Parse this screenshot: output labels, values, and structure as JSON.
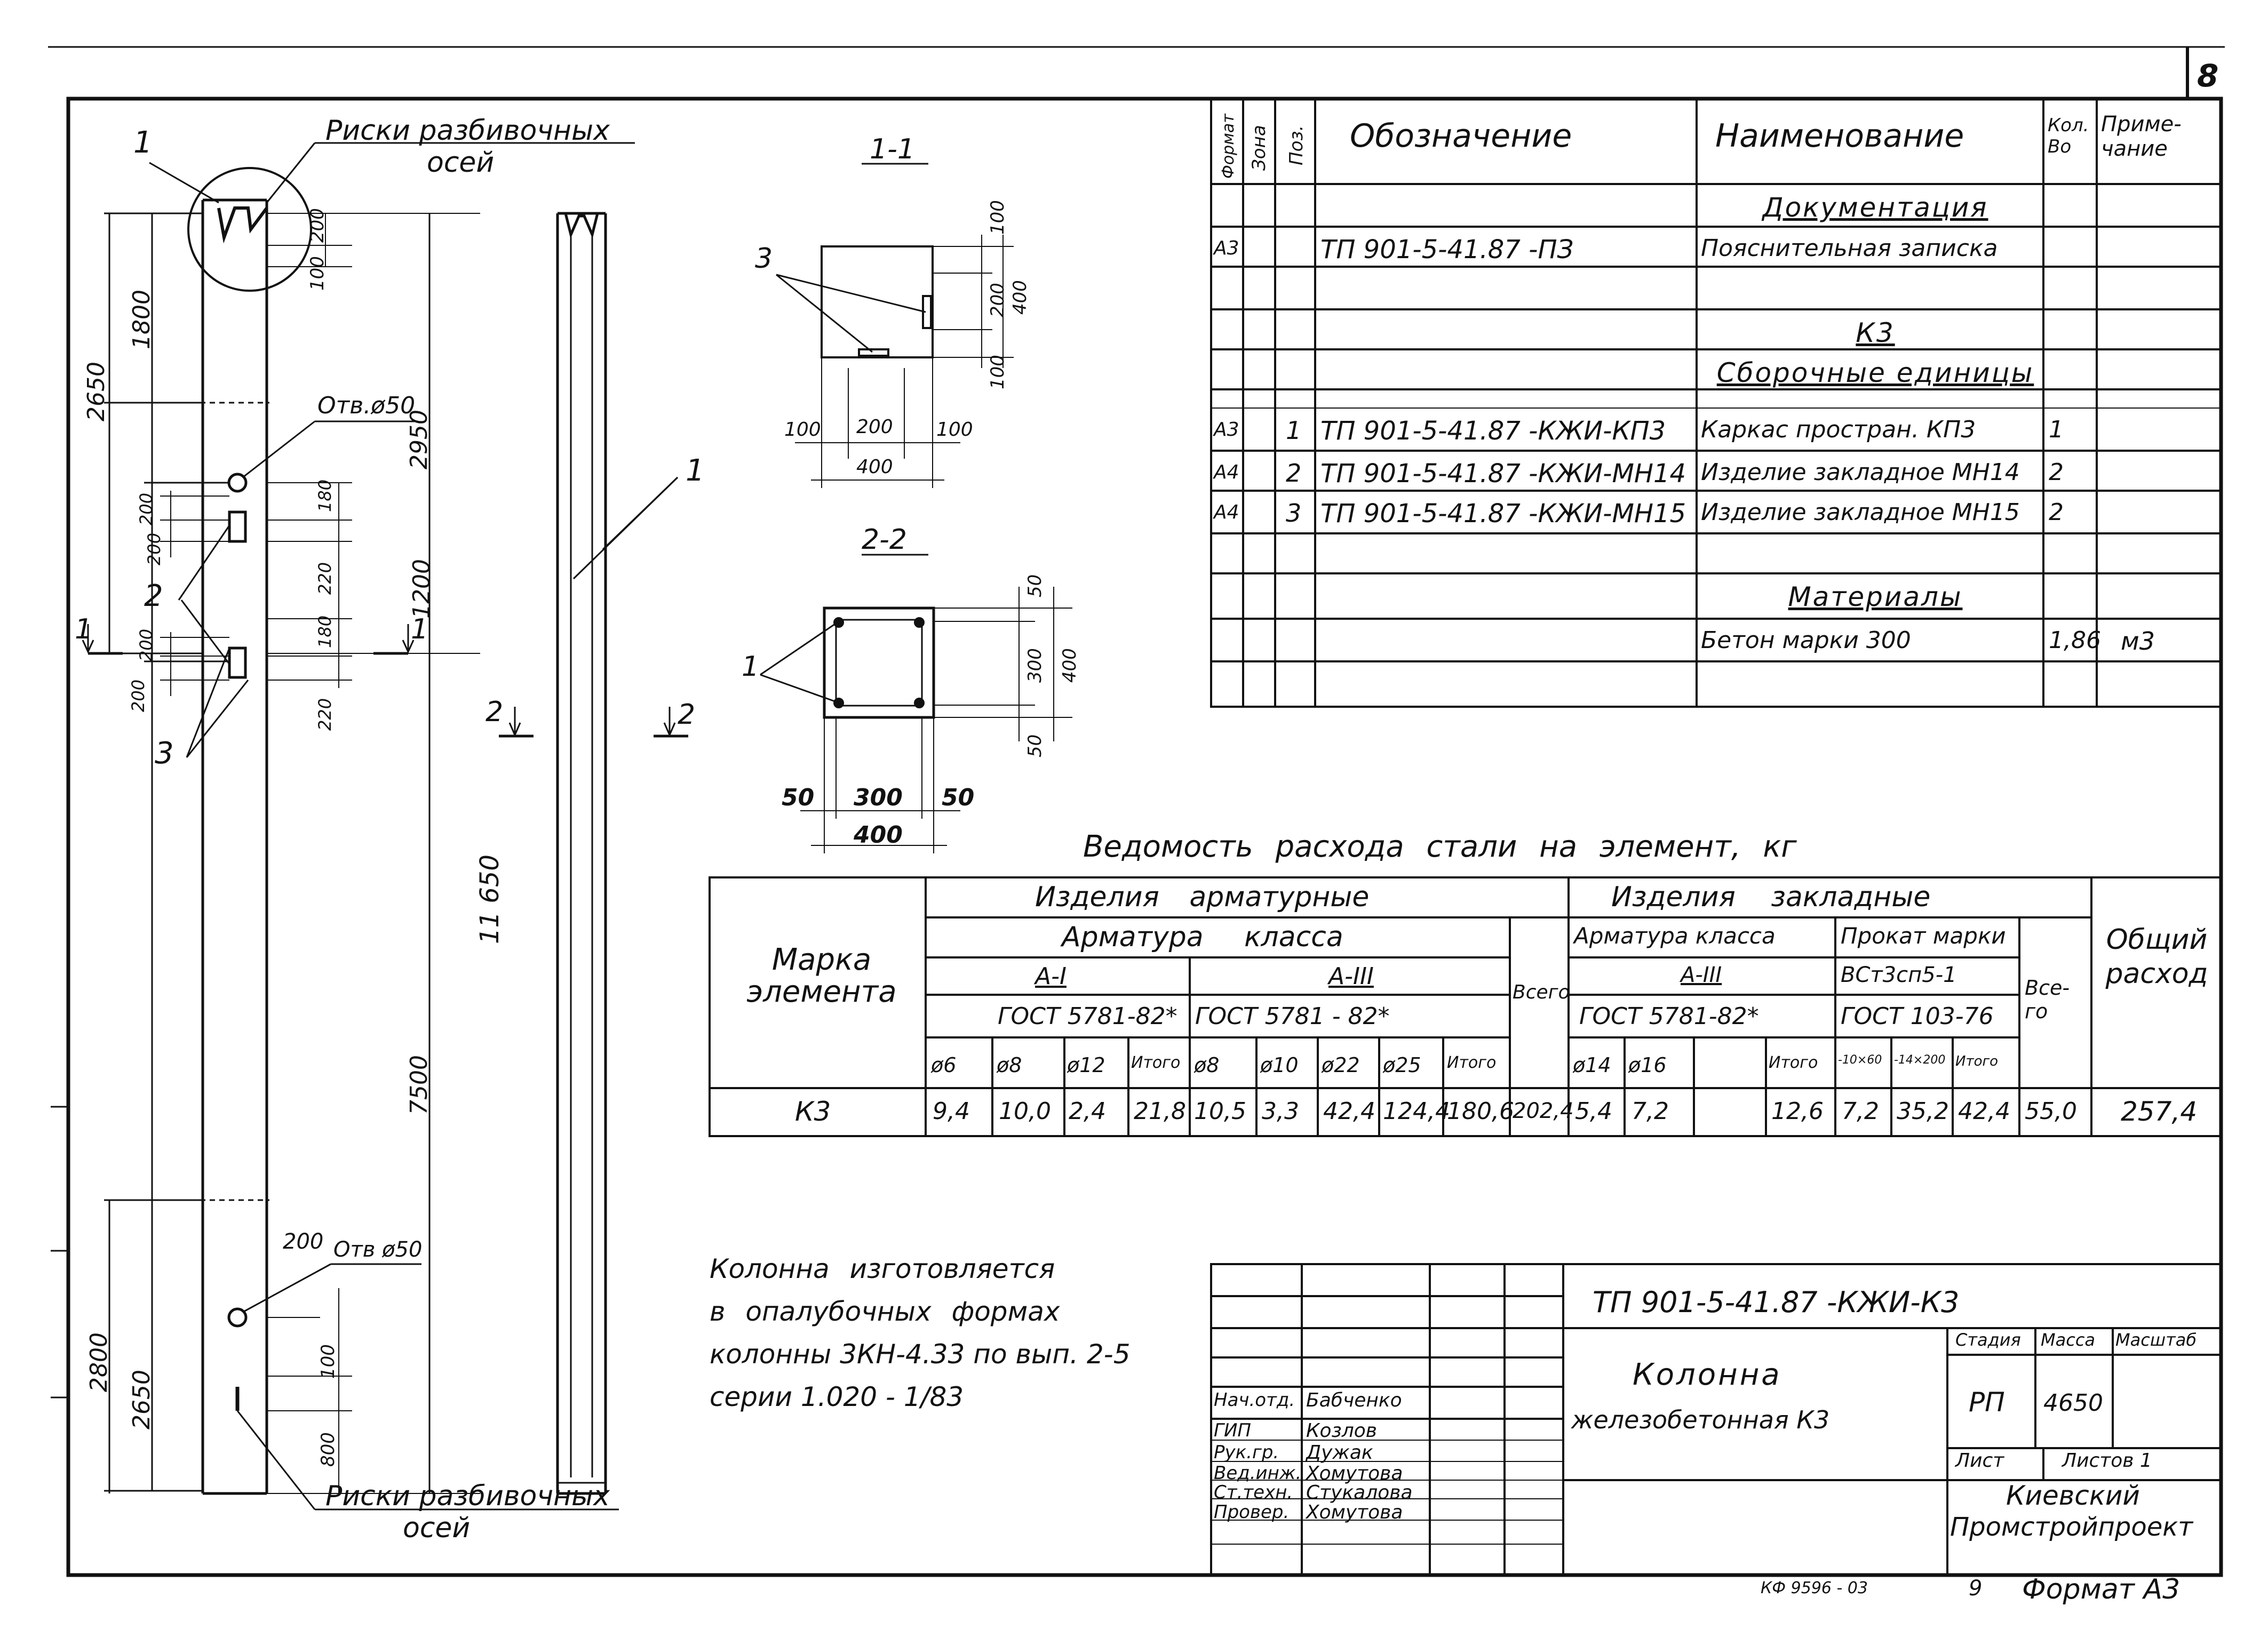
{
  "sheet_number": "8",
  "view_labels": {
    "section_1": "1-1",
    "section_2": "2-2",
    "cut_1": "1",
    "cut_2": "2"
  },
  "left_view": {
    "notes": {
      "axis_marks_top_line1": "Риски разбивочных",
      "axis_marks_top_line2": "осей",
      "axis_marks_bottom_line1": "Риски разбивочных",
      "axis_marks_bottom_line2": "осей",
      "hole_top": "Отв.ø50",
      "hole_bottom": "Отв ø50"
    },
    "positions": {
      "p1": "1",
      "p2": "2",
      "p3": "3",
      "p1_right": "1"
    },
    "dims": {
      "d200a": "200",
      "d100a": "100",
      "d1800": "1800",
      "d2650a": "2650",
      "d2950": "2950",
      "d180a": "180",
      "d200b": "200",
      "d200c": "200",
      "d220a": "220",
      "d1200": "1200",
      "d200d": "200",
      "d180b": "180",
      "d200e": "200",
      "d220b": "220",
      "d11650": "11 650",
      "d7500": "7500",
      "d200f": "200",
      "d100b": "100",
      "d2800": "2800",
      "d2650b": "2650",
      "d800": "800"
    }
  },
  "section_1_1": {
    "pos": "3",
    "dims": {
      "w200": "200",
      "w100a": "100",
      "w100b": "100",
      "w400": "400",
      "h100a": "100",
      "h200": "200",
      "h100b": "100",
      "h400": "400"
    }
  },
  "section_2_2": {
    "pos": "1",
    "dims": {
      "w50a": "50",
      "w300": "300",
      "w50b": "50",
      "w400": "400",
      "h50a": "50",
      "h300": "300",
      "h50b": "50",
      "h400": "400"
    }
  },
  "spec_table": {
    "headers": {
      "format": "Формат",
      "zone": "Зона",
      "pos": "Поз.",
      "designation": "Обозначение",
      "name": "Наименование",
      "qty": "Кол. Во",
      "note": "Приме-чание"
    },
    "rows": [
      {
        "format": "",
        "pos": "",
        "designation": "",
        "name": "Документация",
        "qty": "",
        "note": "",
        "heading": true
      },
      {
        "format": "А3",
        "pos": "",
        "designation": "ТП 901-5-41.87 -ПЗ",
        "name": "Пояснительная записка",
        "qty": "",
        "note": ""
      },
      {
        "format": "",
        "pos": "",
        "designation": "",
        "name": "",
        "qty": "",
        "note": ""
      },
      {
        "format": "",
        "pos": "",
        "designation": "",
        "name": "К3",
        "qty": "",
        "note": "",
        "heading": true
      },
      {
        "format": "",
        "pos": "",
        "designation": "",
        "name": "Сборочные единицы",
        "qty": "",
        "note": "",
        "heading": true
      },
      {
        "format": "А3",
        "pos": "1",
        "designation": "ТП 901-5-41.87 -КЖИ-КП3",
        "name": "Каркас простран. КП3",
        "qty": "1",
        "note": ""
      },
      {
        "format": "А4",
        "pos": "2",
        "designation": "ТП 901-5-41.87 -КЖИ-МН14",
        "name": "Изделие закладное МН14",
        "qty": "2",
        "note": ""
      },
      {
        "format": "А4",
        "pos": "3",
        "designation": "ТП 901-5-41.87 -КЖИ-МН15",
        "name": "Изделие закладное МН15",
        "qty": "2",
        "note": ""
      },
      {
        "format": "",
        "pos": "",
        "designation": "",
        "name": "",
        "qty": "",
        "note": ""
      },
      {
        "format": "",
        "pos": "",
        "designation": "",
        "name": "Материалы",
        "qty": "",
        "note": "",
        "heading": true
      },
      {
        "format": "",
        "pos": "",
        "designation": "",
        "name": "Бетон марки 300",
        "qty": "1,86",
        "note": "м3"
      },
      {
        "format": "",
        "pos": "",
        "designation": "",
        "name": "",
        "qty": "",
        "note": ""
      }
    ]
  },
  "steel_table": {
    "title": "Ведомость расхода стали на элемент, кг",
    "h_mark": "Марка элемента",
    "h_armatur": "Изделия арматурные",
    "h_armatura_klassa": "Арматура класса",
    "h_AI": "А-I",
    "h_AIII": "А-III",
    "h_gost_AI": "ГОСТ 5781-82*",
    "h_gost_AIII": "ГОСТ 5781 - 82*",
    "h_total_arm": "Всего",
    "h_zaklad": "Изделия закладные",
    "h_zaklad_arm": "Арматура класса",
    "h_prokat": "Прокат марки",
    "h_zaklad_AIII": "А-III",
    "h_vst": "ВСт3сп5-1",
    "h_gost_zaklad": "ГОСТ 5781-82*",
    "h_gost_prokat": "ГОСТ 103-76",
    "h_total_zaklad": "Все-го",
    "h_overall": "Общий расход",
    "sub": [
      "ø6",
      "ø8",
      "ø12",
      "Итого",
      "ø8",
      "ø10",
      "ø22",
      "ø25",
      "Итого",
      "ø14",
      "ø16",
      "",
      "Итого",
      "-10×60",
      "-14×200",
      "Итого"
    ],
    "row": {
      "mark": "К3",
      "vals": [
        "9,4",
        "10,0",
        "2,4",
        "21,8",
        "10,5",
        "3,3",
        "42,4",
        "124,4",
        "180,6"
      ],
      "total_arm": "202,4",
      "zvals": [
        "5,4",
        "7,2",
        "",
        "12,6",
        "7,2",
        "35,2",
        "42,4"
      ],
      "total_zaklad": "55,0",
      "overall": "257,4"
    }
  },
  "note_text": {
    "l1": "Колонна изготовляется",
    "l2": "в опалубочных формах",
    "l3": "колонны 3КН-4.33 по вып. 2-5",
    "l4": "серии 1.020 - 1/83"
  },
  "title_block": {
    "code": "ТП 901-5-41.87 -КЖИ-К3",
    "title_l1": "Колонна",
    "title_l2": "железобетонная К3",
    "stage_h": "Стадия",
    "mass_h": "Масса",
    "scale_h": "Масштаб",
    "stage": "РП",
    "mass": "4650",
    "sheet_h": "Лист",
    "sheets_h": "Листов 1",
    "org_l1": "Киевский",
    "org_l2": "Промстройпроект",
    "staff": [
      {
        "role": "Нач.отд.",
        "name": "Бабченко"
      },
      {
        "role": "ГИП",
        "name": "Козлов"
      },
      {
        "role": "Рук.гр.",
        "name": "Дужак"
      },
      {
        "role": "Вед.инж.",
        "name": "Хомутова"
      },
      {
        "role": "Ст.техн.",
        "name": "Стукалова"
      },
      {
        "role": "Провер.",
        "name": "Хомутова"
      }
    ]
  },
  "footer": {
    "code": "КФ 9596 - 03",
    "num": "9",
    "format": "Формат А3"
  }
}
